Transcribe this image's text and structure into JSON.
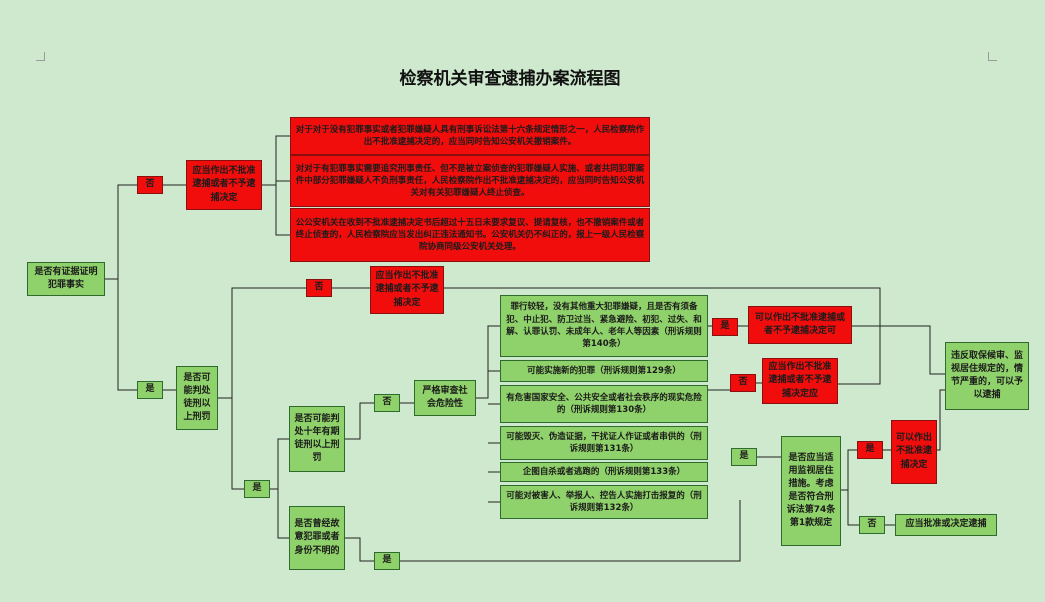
{
  "title": "检察机关审查逮捕办案流程图",
  "colors": {
    "background": "#cfe9cf",
    "green_box": "#8fd16a",
    "red_box": "#f20d0d",
    "line": "#222222"
  },
  "nodes": {
    "evidence_question": "是否有证据证明犯罪事实",
    "no_1": "否",
    "should_not_approve_1": "应当作出不批准逮捕或者不予逮捕决定",
    "red_note_1": "对于对于没有犯罪事实或者犯罪嫌疑人具有刑事诉讼法第十六条规定情形之一，人民检察院作出不批准逮捕决定的，应当同时告知公安机关撤销案件。",
    "red_note_2": "对对于有犯罪事实需要追究刑事责任、但不是被立案侦查的犯罪嫌疑人实施、或者共同犯罪案件中部分犯罪嫌疑人不负刑事责任，人民检察院作出不批准逮捕决定的，应当同时告知公安机关对有关犯罪嫌疑人终止侦查。",
    "red_note_3": "公公安机关在收到不批准逮捕决定书后超过十五日未要求复议、提请复核，也不撤销案件或者终止侦查的，人民检察院应当发出纠正违法通知书。公安机关仍不纠正的，报上一级人民检察院协商同级公安机关处理。",
    "yes_1": "是",
    "sentence_question": "是否可能判处徒刑以上刑罚",
    "no_2": "否",
    "should_not_approve_2": "应当作出不批准逮捕或者不予逮捕决定",
    "yes_2": "是",
    "ten_year_question": "是否可能判处十年有期徒刑以上刑罚",
    "intentional_question": "是否曾经故意犯罪或者身份不明的",
    "no_3": "否",
    "yes_3": "是",
    "social_danger": "严格审查社会危险性",
    "cond_1": "罪行较轻，没有其他重大犯罪嫌疑，且是否有须备犯、中止犯、防卫过当、紧急避险、初犯、过失、和解、认罪认罚、未成年人、老年人等因素（刑诉规则第140条）",
    "cond_2": "可能实施新的犯罪（刑诉规则第129条）",
    "cond_3": "有危害国家安全、公共安全或者社会秩序的现实危险的（刑诉规则第130条）",
    "cond_4": "可能毁灭、伪造证据，干扰证人作证或者串供的（刑诉规则第131条）",
    "cond_5": "企图自杀或者逃跑的（刑诉规则第133条）",
    "cond_6": "可能对被害人、举报人、控告人实施打击报复的（刑诉规则第132条）",
    "yes_4": "是",
    "may_not_approve": "可以作出不批准逮捕或者不予逮捕决定可",
    "no_4": "否",
    "should_not_approve_3": "应当作出不批准逮捕或者不予逮捕决定应",
    "yes_5": "是",
    "surveillance_question": "是否应当适用监视居住措施。考虑是否符合刑诉法第74条第1款规定",
    "yes_6": "是",
    "may_not_approve_2": "可以作出不批准逮捕决定",
    "no_5": "否",
    "should_approve": "应当批准或决定逮捕",
    "violation_note": "违反取保候审、监视居住规定的，情节严重的，可以予以逮捕"
  }
}
